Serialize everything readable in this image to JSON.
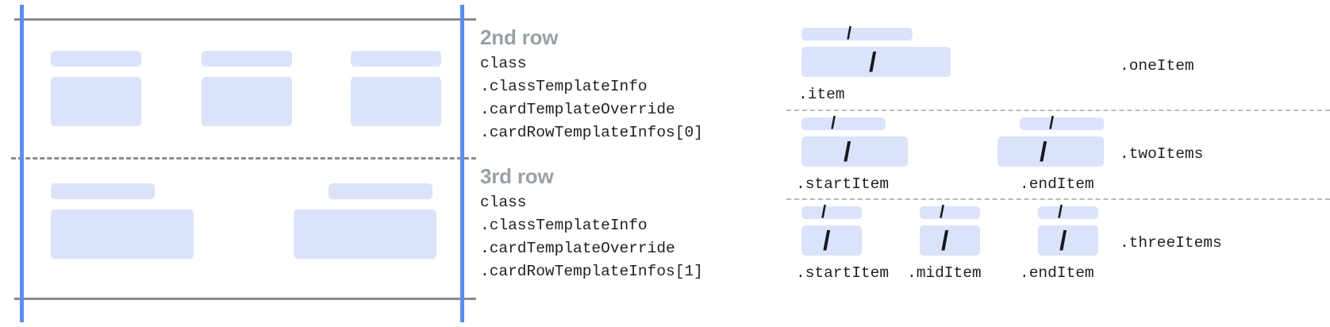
{
  "colors": {
    "bar_fill": "#dae3f9",
    "blue_rule": "#5b8def",
    "gray_rule": "#888a8c",
    "dashed_rule": "#8a8c8e",
    "dotted_rule": "#b9bbbd",
    "title_text": "#9aa0a6",
    "code_text": "#1f2023",
    "background": "#ffffff"
  },
  "left_diagram": {
    "name": "card-row-placeholder-diagram",
    "rows": [
      {
        "name": "second-row",
        "cells": 3
      },
      {
        "name": "third-row",
        "cells": 2
      }
    ]
  },
  "row_descriptions": [
    {
      "title": "2nd row",
      "lines": [
        "class",
        ".classTemplateInfo",
        ".cardTemplateOverride",
        ".cardRowTemplateInfos[0]"
      ]
    },
    {
      "title": "3rd row",
      "lines": [
        "class",
        ".classTemplateInfo",
        ".cardTemplateOverride",
        ".cardRowTemplateInfos[1]"
      ]
    }
  ],
  "right_diagram": {
    "slash_glyph": "/",
    "variants": [
      {
        "name": "oneItem",
        "variant_label": ".oneItem",
        "items": [
          {
            "label": ".item"
          }
        ]
      },
      {
        "name": "twoItems",
        "variant_label": ".twoItems",
        "items": [
          {
            "label": ".startItem"
          },
          {
            "label": ".endItem"
          }
        ]
      },
      {
        "name": "threeItems",
        "variant_label": ".threeItems",
        "items": [
          {
            "label": ".startItem"
          },
          {
            "label": ".midItem"
          },
          {
            "label": ".endItem"
          }
        ]
      }
    ]
  }
}
